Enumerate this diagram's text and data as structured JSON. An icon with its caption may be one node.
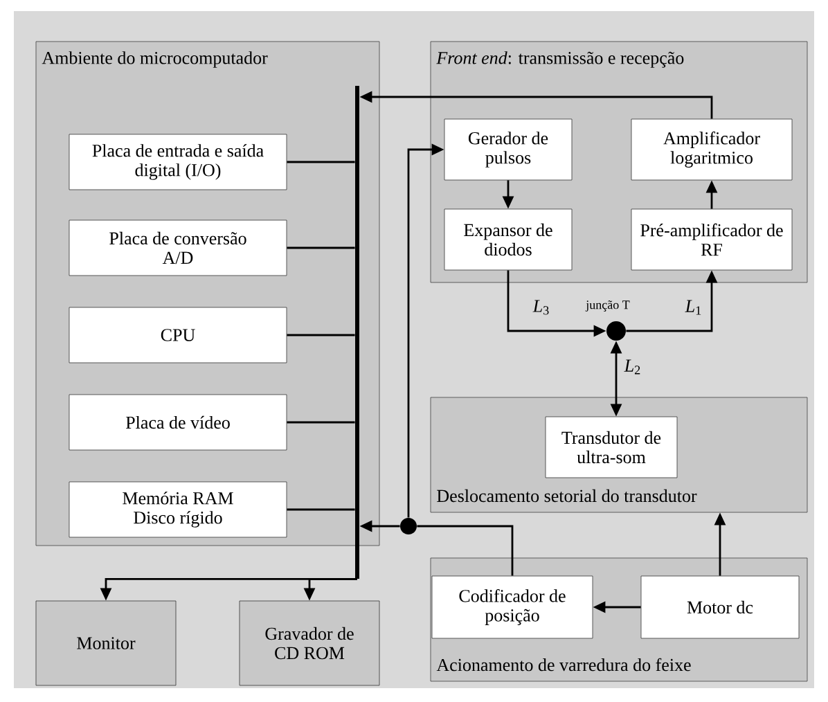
{
  "diagram": {
    "nodes": [
      {
        "text": [
          "Ambiente do microcomputador"
        ]
      },
      {
        "text": [
          "Placa de entrada e saída digital (I/O)"
        ],
        "in": 0
      },
      {
        "text": [
          "Placa de conversão A/D"
        ],
        "in": 0
      },
      {
        "text": [
          "CPU"
        ],
        "in": 0
      },
      {
        "text": [
          "Placa de vídeo"
        ],
        "in": 0
      },
      {
        "text": [
          "Memória RAM Disco rígido"
        ],
        "in": 0
      },
      {
        "text": [],
        "shape": "bar"
      },
      {
        "text": [
          "*Front end*: transmissão e recepção"
        ]
      },
      {
        "text": [
          "Gerador de pulsos"
        ],
        "in": 7
      },
      {
        "text": [
          "Amplificador logaritmico"
        ],
        "in": 7
      },
      {
        "text": [
          "Expansor de diodos"
        ],
        "in": 7
      },
      {
        "text": [
          "Pré-amplificador de RF"
        ],
        "in": 7
      },
      {
        "text": [],
        "shape": "circle",
        "beside": [
          "junção T"
        ]
      },
      {
        "text": [
          "Deslocamento setorial do transdutor"
        ]
      },
      {
        "text": [
          "Transdutor de ultra-som"
        ],
        "in": 13
      },
      {
        "text": [],
        "shape": "circle"
      },
      {
        "text": [
          "Acionamento de varredura do feixe"
        ]
      },
      {
        "text": [
          "Codificador de posição"
        ],
        "in": 16
      },
      {
        "text": [
          "Motor dc"
        ],
        "in": 16
      },
      {
        "text": [
          "Monitor"
        ]
      },
      {
        "text": [
          "Gravador de CD ROM"
        ]
      }
    ],
    "edges": [
      {
        "from": 1,
        "to": 6,
        "arrow": "none"
      },
      {
        "from": 2,
        "to": 6,
        "arrow": "none"
      },
      {
        "from": 3,
        "to": 6,
        "arrow": "none"
      },
      {
        "from": 4,
        "to": 6,
        "arrow": "none"
      },
      {
        "from": 5,
        "to": 6,
        "arrow": "none"
      },
      {
        "from": 9,
        "to": 6,
        "arrow": "to"
      },
      {
        "from": 6,
        "to": 19,
        "arrow": "to"
      },
      {
        "from": 6,
        "to": 20,
        "arrow": "to"
      },
      {
        "from": 8,
        "to": 10,
        "arrow": "to"
      },
      {
        "from": 11,
        "to": 9,
        "arrow": "to"
      },
      {
        "from": 10,
        "to": 12,
        "arrow": "to",
        "label": "*L*$_{3}$"
      },
      {
        "from": 12,
        "to": 11,
        "arrow": "to",
        "label": "*L*$_{1}$"
      },
      {
        "from": 12,
        "to": 14,
        "arrow": "both",
        "label": "*L*$_{2}$"
      },
      {
        "from": 15,
        "to": 6,
        "arrow": "to"
      },
      {
        "from": 15,
        "to": 8,
        "arrow": "to"
      },
      {
        "from": 17,
        "to": 15,
        "arrow": "none"
      },
      {
        "from": 18,
        "to": 17,
        "arrow": "to"
      },
      {
        "from": 18,
        "to": 13,
        "arrow": "to"
      }
    ]
  }
}
